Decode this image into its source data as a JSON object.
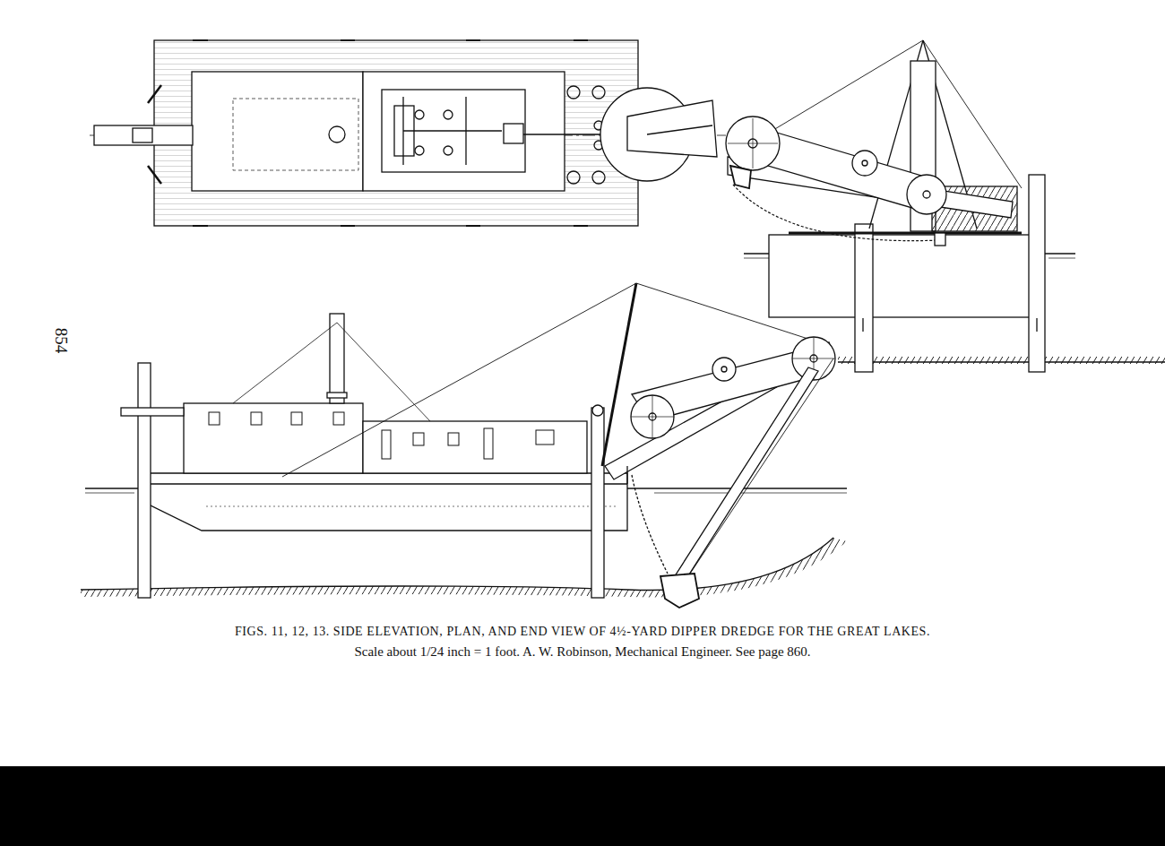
{
  "diagram": {
    "caption": "FIGS. 11, 12, 13. SIDE ELEVATION, PLAN, AND END VIEW OF 4½-YARD DIPPER DREDGE FOR THE GREAT LAKES.",
    "labels": [
      "854",
      "Scale about 1/24 inch = 1 foot. A. W. Robinson, Mechanical Engineer. See page 860."
    ]
  }
}
